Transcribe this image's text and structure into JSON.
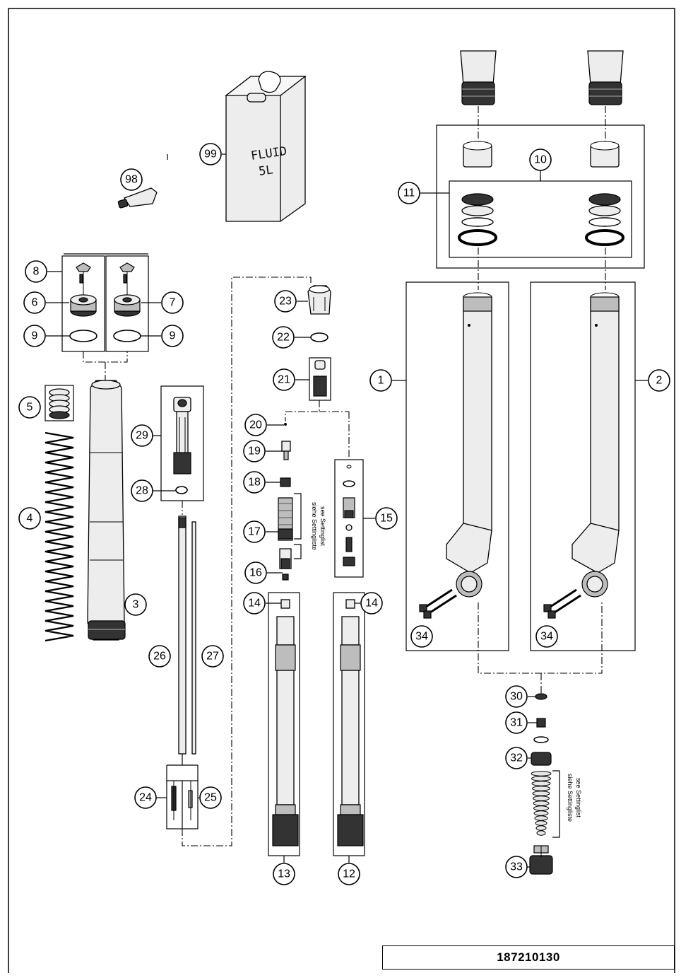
{
  "document_code": "187210130",
  "setting_note": {
    "line1": "siehe Settingliste",
    "line2": "see Settinglist"
  },
  "fluid_can": {
    "label_line1": "FLUID",
    "label_line2": "5L"
  },
  "callouts": {
    "c1": "1",
    "c2": "2",
    "c3": "3",
    "c4": "4",
    "c5": "5",
    "c6": "6",
    "c7": "7",
    "c8": "8",
    "c9a": "9",
    "c9b": "9",
    "c10": "10",
    "c11": "11",
    "c12": "12",
    "c13": "13",
    "c14a": "14",
    "c14b": "14",
    "c15": "15",
    "c16": "16",
    "c17": "17",
    "c18": "18",
    "c19": "19",
    "c20": "20",
    "c21": "21",
    "c22": "22",
    "c23": "23",
    "c24": "24",
    "c25": "25",
    "c26": "26",
    "c27": "27",
    "c28": "28",
    "c29": "29",
    "c30": "30",
    "c31": "31",
    "c32": "32",
    "c33": "33",
    "c34a": "34",
    "c34b": "34",
    "c98": "98",
    "c99": "99"
  }
}
